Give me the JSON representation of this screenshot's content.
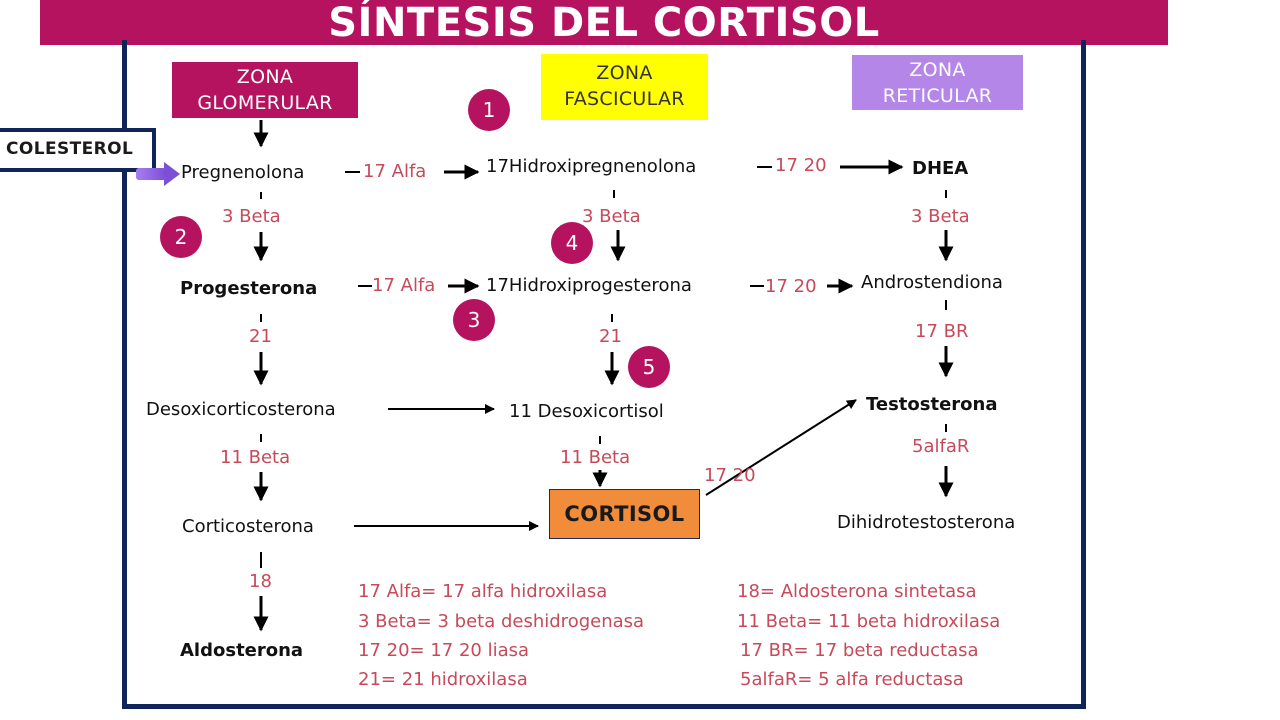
{
  "title": "SÍNTESIS DEL CORTISOL",
  "zones": {
    "glomerular": "ZONA GLOMERULAR",
    "fascicular": "ZONA FASCICULAR",
    "reticular": "ZONA RETICULAR"
  },
  "colesterol": "COLESTEROL",
  "cortisol": "CORTISOL",
  "badges": [
    "1",
    "2",
    "3",
    "4",
    "5"
  ],
  "compounds": {
    "pregnenolona": "Pregnenolona",
    "hidroxipregnenolona": "17Hidroxipregnenolona",
    "dhea": "DHEA",
    "progesterona": "Progesterona",
    "hidroxiprogesterona": "17Hidroxiprogesterona",
    "androstendiona": "Androstendiona",
    "desoxicorticosterona": "Desoxicorticosterona",
    "desoxicortisol": "11 Desoxicortisol",
    "testosterona": "Testosterona",
    "corticosterona": "Corticosterona",
    "dihidrotestosterona": "Dihidrotestosterona",
    "aldosterona": "Aldosterona"
  },
  "enzymes": {
    "alfa17_a": "17 Alfa",
    "lyase_a": "17 20",
    "beta3_a": "3 Beta",
    "beta3_b": "3 Beta",
    "beta3_c": "3 Beta",
    "alfa17_b": "17 Alfa",
    "lyase_b": "17 20",
    "h21_a": "21",
    "h21_b": "21",
    "br17": "17 BR",
    "beta11_a": "11 Beta",
    "beta11_b": "11 Beta",
    "alfaR5": "5alfaR",
    "lyase_c": "17 20",
    "s18": "18"
  },
  "legend": {
    "left": [
      "17 Alfa= 17 alfa hidroxilasa",
      "3 Beta= 3 beta deshidrogenasa",
      "17 20= 17 20 liasa",
      "21= 21 hidroxilasa"
    ],
    "right": [
      "18= Aldosterona sintetasa",
      "11 Beta= 11 beta hidroxilasa",
      "17 BR= 17 beta reductasa",
      "5alfaR= 5 alfa reductasa"
    ]
  },
  "colors": {
    "title_bg": "#b5135f",
    "frame": "#0f2559",
    "glomerular": "#b5135f",
    "fascicular": "#ffff00",
    "reticular": "#b386e8",
    "cortisol": "#f08c3a",
    "enzyme_text": "#c64a5a",
    "badge": "#b5135f"
  }
}
